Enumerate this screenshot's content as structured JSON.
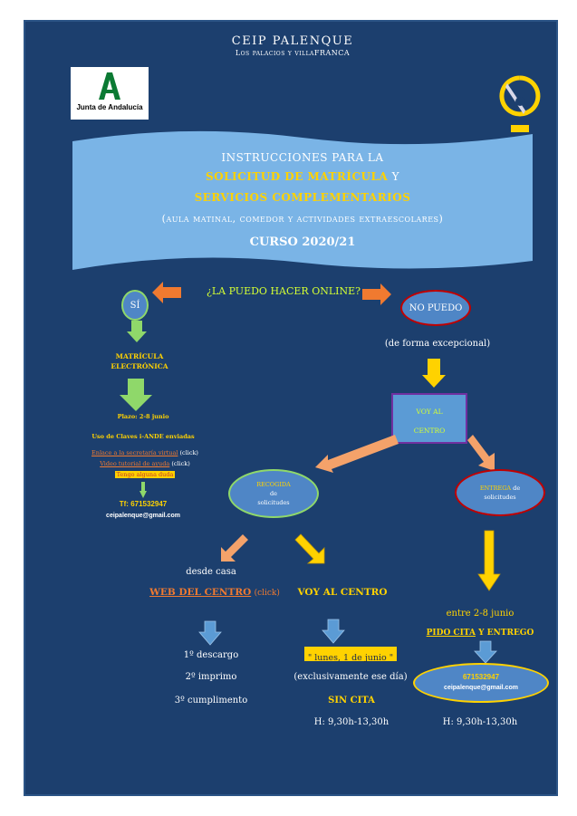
{
  "header": {
    "school": "CEIP PALENQUE",
    "location": "Los palacios y villaFRANCA"
  },
  "logo_left": {
    "text": "Junta de Andalucía"
  },
  "banner": {
    "line1": "INSTRUCCIONES PARA LA",
    "line2_a": "SOLICITUD DE MATRÍCULA",
    "line2_b": " Y",
    "line3": "SERVICIOS COMPLEMENTARIOS",
    "line4": "(aula matinal, comedor y actividades extraescolares)",
    "line5": "CURSO 2020/21"
  },
  "question": "¿LA PUEDO HACER ONLINE?",
  "yes": {
    "label": "SÍ",
    "step_title": "MATRÍCULA ELECTRÓNICA",
    "plazo": "Plazo: 2-8 junio",
    "claves": "Uso de Claves i-ANDE enviadas",
    "link1": "Enlace a la secretaría virtual",
    "link1_click": "(click)",
    "link2": "Video tutorial de ayuda",
    "link2_click": "(click)",
    "doubt": "Tengo alguna duda",
    "phone": "Tf: 671532947",
    "email": "ceipalenque@gmail.com"
  },
  "no": {
    "label": "NO PUEDO",
    "note": "(de forma excepcional)",
    "voy_al_centro": "VOY AL CENTRO"
  },
  "recogida": {
    "title": "RECOGIDA",
    "de": "de",
    "solicitudes": "solicitudes",
    "desde_casa": "desde casa",
    "web": "WEB DEL CENTRO",
    "web_click": "(click)",
    "steps": [
      "1º descargo",
      "2º imprimo",
      "3º cumplimento"
    ],
    "voy": "VOY AL CENTRO",
    "fecha": "\" lunes, 1 de junio \"",
    "exclusivamente": "(exclusivamente ese día)",
    "sin_cita": "SIN CITA",
    "horario": "H: 9,30h-13,30h"
  },
  "entrega": {
    "title": "ENTREGA",
    "de": " de",
    "solicitudes": "solicitudes",
    "dates": "entre 2-8 junio",
    "pido_cita": "PIDO CITA",
    "y_entrego": " Y ENTREGO",
    "phone": "671532947",
    "email": "ceipalenque@gmail.com",
    "horario": "H: 9,30h-13,30h"
  },
  "colors": {
    "background": "#1c3f6e",
    "banner": "#7ab4e6",
    "yellow": "#ffd200",
    "lime": "#d4ff33",
    "orange": "#f07a30",
    "green_arrow": "#8fd86a",
    "blue_arrow": "#5b9bd5"
  }
}
